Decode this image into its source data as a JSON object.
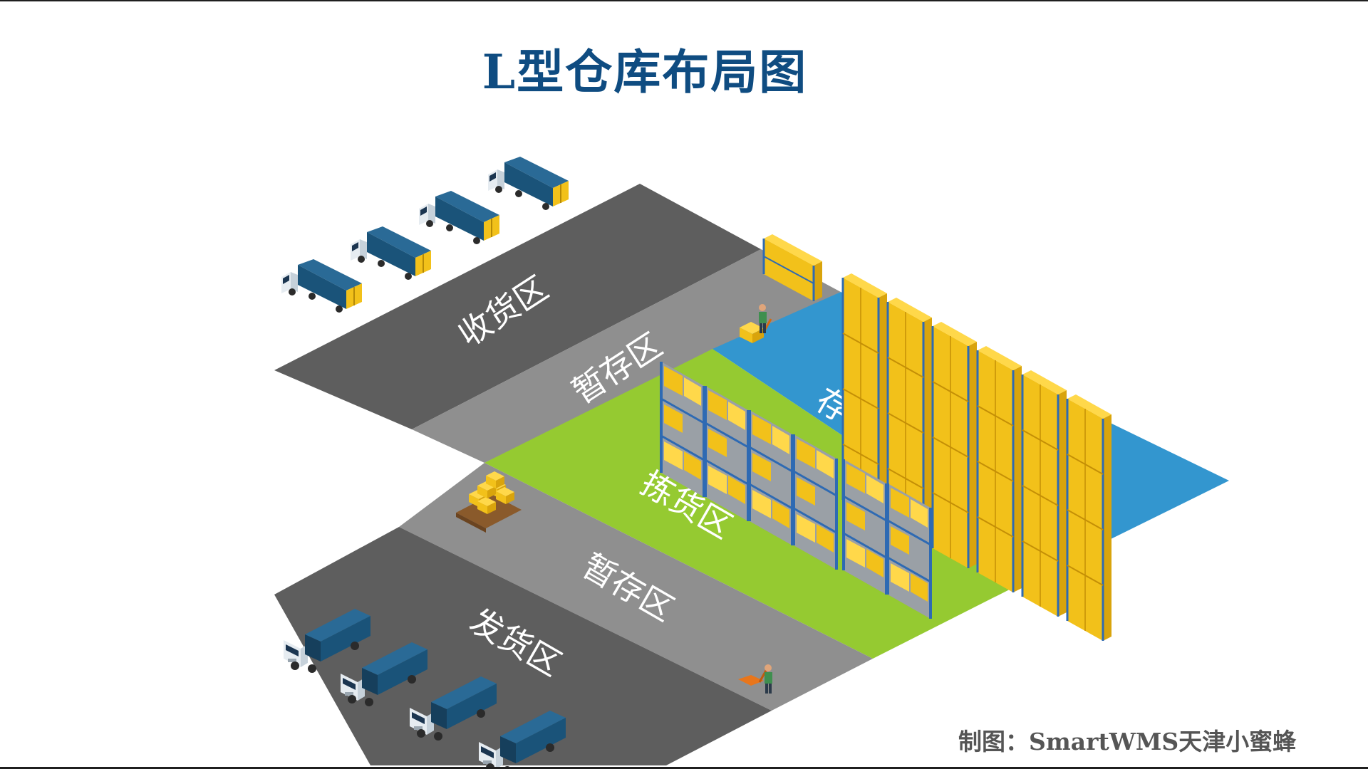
{
  "title": {
    "text": "L型仓库布局图",
    "color": "#0f4c81"
  },
  "credit": "制图：SmartWMS天津小蜜蜂",
  "zones": {
    "receiving": {
      "label": "收货区",
      "color": "#5e5e5e"
    },
    "staging_top": {
      "label": "暂存区",
      "color": "#8f8f8f"
    },
    "storage": {
      "label": "存储区",
      "color": "#3396cf"
    },
    "picking": {
      "label": "拣货区",
      "color": "#95ca31"
    },
    "staging_bottom": {
      "label": "暂存区",
      "color": "#8f8f8f"
    },
    "shipping": {
      "label": "发货区",
      "color": "#5e5e5e"
    }
  },
  "colors": {
    "truck_body": "#1a5379",
    "truck_cab": "#dfe6ec",
    "box": "#f2c11a",
    "rack": "#2e6ab3",
    "pallet": "#8a5a2b"
  },
  "icons": [
    "truck-icon",
    "rack-icon",
    "box-stack-icon",
    "pallet-jack-icon",
    "worker-icon"
  ]
}
